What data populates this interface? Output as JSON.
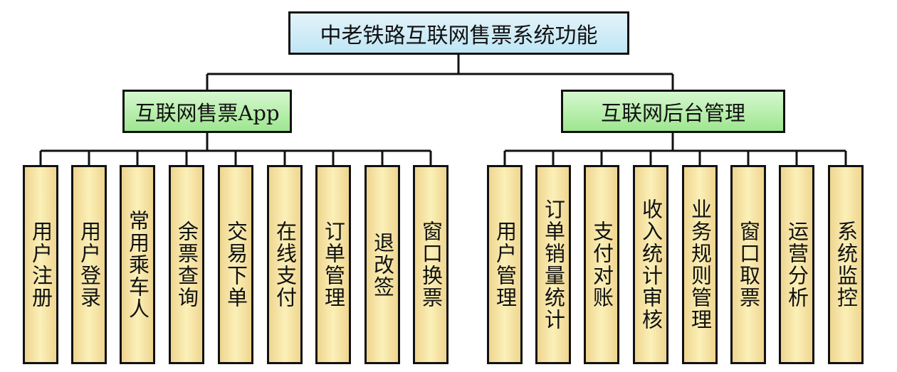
{
  "root": {
    "label": "中老铁路互联网售票系统功能"
  },
  "branches": [
    {
      "label": "互联网售票App",
      "children": [
        "用户注册",
        "用户登录",
        "常用乘车人",
        "余票查询",
        "交易下单",
        "在线支付",
        "订单管理",
        "退改签",
        "窗口换票"
      ]
    },
    {
      "label": "互联网后台管理",
      "children": [
        "用户管理",
        "订单销量统计",
        "支付对账",
        "收入统计审核",
        "业务规则管理",
        "窗口取票",
        "运营分析",
        "系统监控"
      ]
    }
  ],
  "colors": {
    "root_fill": "#c8e9f5",
    "branch_fill": "#b5eda8",
    "leaf_fill": "#f4e0a0",
    "line": "#111111"
  }
}
